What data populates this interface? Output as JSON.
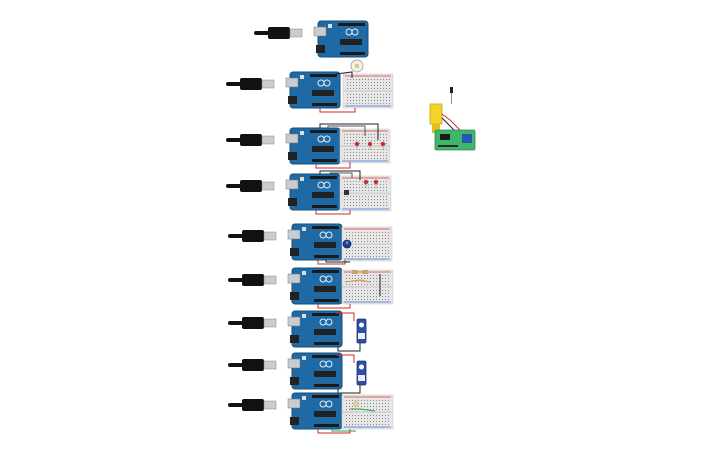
{
  "workspace": {
    "background": "#ffffff",
    "colors": {
      "board": "#1f6aa5",
      "board_dark": "#174f7c",
      "header": "#1a1a1a",
      "usb_metal": "#c9ccd1",
      "cable": "#111111",
      "breadboard": "#e6e6e6",
      "breadboard_hole": "#8a8a8a",
      "rail_red": "#d9383a",
      "rail_blue": "#3a6fd9",
      "wire_red": "#cc2a2a",
      "wire_black": "#222222",
      "wire_green": "#2fa14a",
      "wire_orange": "#e3892a",
      "servo": "#2b4fa8",
      "pot": "#1f3f8f",
      "motor_yellow": "#f3d22a",
      "driver_green": "#3fb56a"
    },
    "circuits": [
      {
        "name": "arduino-only",
        "components": [
          "arduino-uno",
          "usb-cable"
        ]
      },
      {
        "name": "arduino-button-breadboard",
        "components": [
          "arduino-uno",
          "usb-cable",
          "breadboard",
          "pushbutton"
        ]
      },
      {
        "name": "arduino-three-leds",
        "components": [
          "arduino-uno",
          "usb-cable",
          "breadboard",
          "led",
          "led",
          "led"
        ]
      },
      {
        "name": "arduino-leds-button",
        "components": [
          "arduino-uno",
          "usb-cable",
          "breadboard",
          "led",
          "led",
          "pushbutton"
        ]
      },
      {
        "name": "arduino-potentiometer",
        "components": [
          "arduino-uno",
          "usb-cable",
          "breadboard",
          "potentiometer"
        ]
      },
      {
        "name": "arduino-sensor-leds",
        "components": [
          "arduino-uno",
          "usb-cable",
          "breadboard",
          "sensor",
          "led"
        ]
      },
      {
        "name": "arduino-servo-a",
        "components": [
          "arduino-uno",
          "usb-cable",
          "servo"
        ]
      },
      {
        "name": "arduino-servo-b",
        "components": [
          "arduino-uno",
          "usb-cable",
          "servo"
        ]
      },
      {
        "name": "arduino-rgb-breadboard",
        "components": [
          "arduino-uno",
          "usb-cable",
          "breadboard",
          "rgb-led"
        ]
      }
    ],
    "side_assembly": {
      "name": "motor-driver-assembly",
      "components": [
        "dc-motor",
        "switch",
        "motor-driver-board"
      ]
    }
  }
}
